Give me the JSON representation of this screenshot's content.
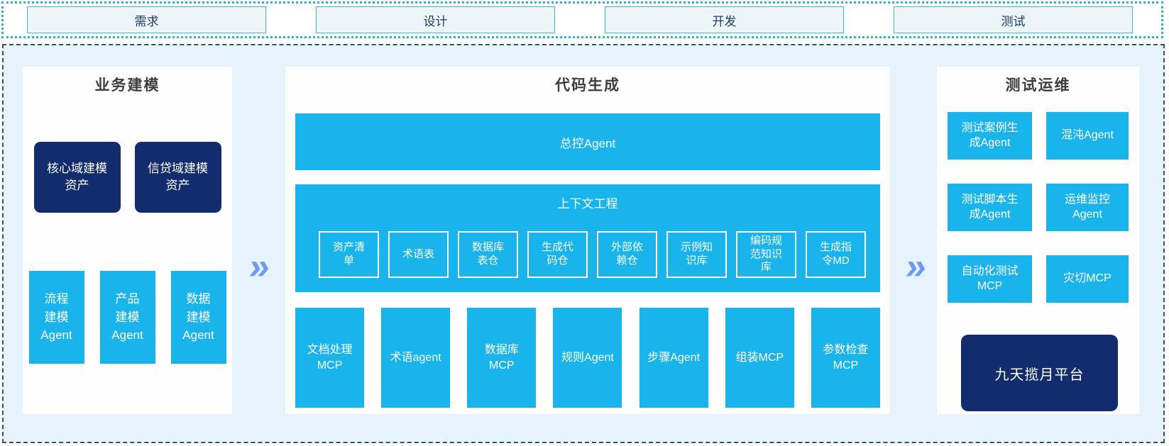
{
  "colors": {
    "cyan": "#1ab4ec",
    "navy": "#122c6d",
    "area_background": "#e7f3fc",
    "panel_background": "#fefefe",
    "phase_fill": "#edf5f8",
    "phase_border": "#44b4d8",
    "strip_dotted_border": "#2cafd8",
    "main_dashed_border": "#33536e",
    "arrow": "#6f9cf2",
    "title_text": "#3d3d3d",
    "phase_text": "#1e3a66"
  },
  "phases": [
    "需求",
    "设计",
    "开发",
    "测试"
  ],
  "arrow": {
    "glyph": "»"
  },
  "business": {
    "title": "业务建模",
    "assets": [
      "核心域建模\n资产",
      "信贷域建模\n资产"
    ],
    "agents": [
      "流程\n建模\nAgent",
      "产品\n建模\nAgent",
      "数据\n建模\nAgent"
    ]
  },
  "codegen": {
    "title": "代码生成",
    "master": "总控Agent",
    "context": {
      "title": "上下文工程",
      "items": [
        "资产清\n单",
        "术语表",
        "数据库\n表仓",
        "生成代\n码仓",
        "外部依\n赖仓",
        "示例知\n识库",
        "编码规\n范知识\n库",
        "生成指\n令MD"
      ]
    },
    "tools": [
      "文档处理\nMCP",
      "术语agent",
      "数据库\nMCP",
      "规则Agent",
      "步骤Agent",
      "组装MCP",
      "参数检查\nMCP"
    ]
  },
  "testops": {
    "title": "测试运维",
    "grid": [
      "测试案例生\n成Agent",
      "混沌Agent",
      "测试脚本生\n成Agent",
      "运维监控\nAgent",
      "自动化测试\nMCP",
      "灾切MCP"
    ],
    "platform": "九天揽月平台"
  }
}
